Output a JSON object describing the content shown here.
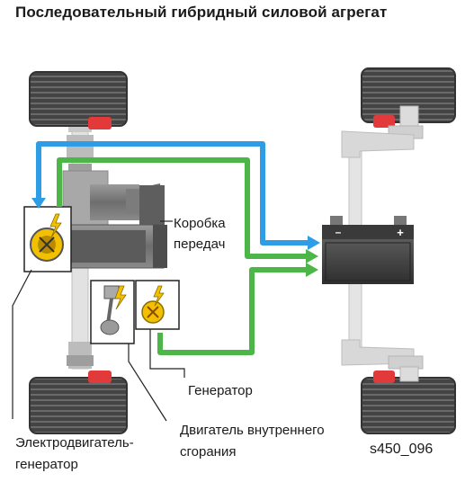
{
  "title": "Последовательный гибридный силовой агрегат",
  "labels": {
    "gearbox_line1": "Коробка",
    "gearbox_line2": "передач",
    "generator": "Генератор",
    "ice_line1": "Двигатель внутреннего",
    "ice_line2": "сгорания",
    "motor_line1": "Электродвигатель-",
    "motor_line2": "генератор",
    "figure_code": "s450_096"
  },
  "battery": {
    "minus": "–",
    "plus": "+"
  },
  "colors": {
    "blue_flow": "#2d9ee6",
    "green_flow": "#4cb648",
    "component_yellow": "#f2c000",
    "tire_dark": "#4a4a4a",
    "frame_light": "#d5d5d5"
  }
}
